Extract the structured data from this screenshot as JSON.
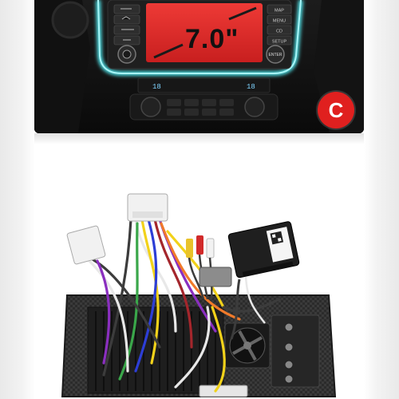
{
  "photo_top": {
    "screen_size_label": "7.0\"",
    "badge_letter": "C",
    "badge_color": "#e0201f",
    "accent_glow_color": "#4fe0e6",
    "screen_color": "#e02a2a",
    "left_button_icons": [
      "radio-icon",
      "eject-icon",
      "bluetooth-icon",
      "setup-icon"
    ],
    "right_button_labels": [
      "MAP",
      "MENU",
      "CD",
      "SETUP"
    ],
    "right_knob_label": "ENTER",
    "climate_readouts": [
      "18",
      "18"
    ]
  },
  "photo_bottom": {
    "subject": "wiring-harness-and-canbus-decoder",
    "wire_colors": [
      "#e8e8e8",
      "#f2d21a",
      "#2d3ed6",
      "#a4262c",
      "#8a2fbf",
      "#3c3c3c",
      "#f07a2a",
      "#3aa74a"
    ],
    "rca_plug_colors": [
      "#e8c22a",
      "#d12a2a",
      "#f2f2f2"
    ]
  }
}
